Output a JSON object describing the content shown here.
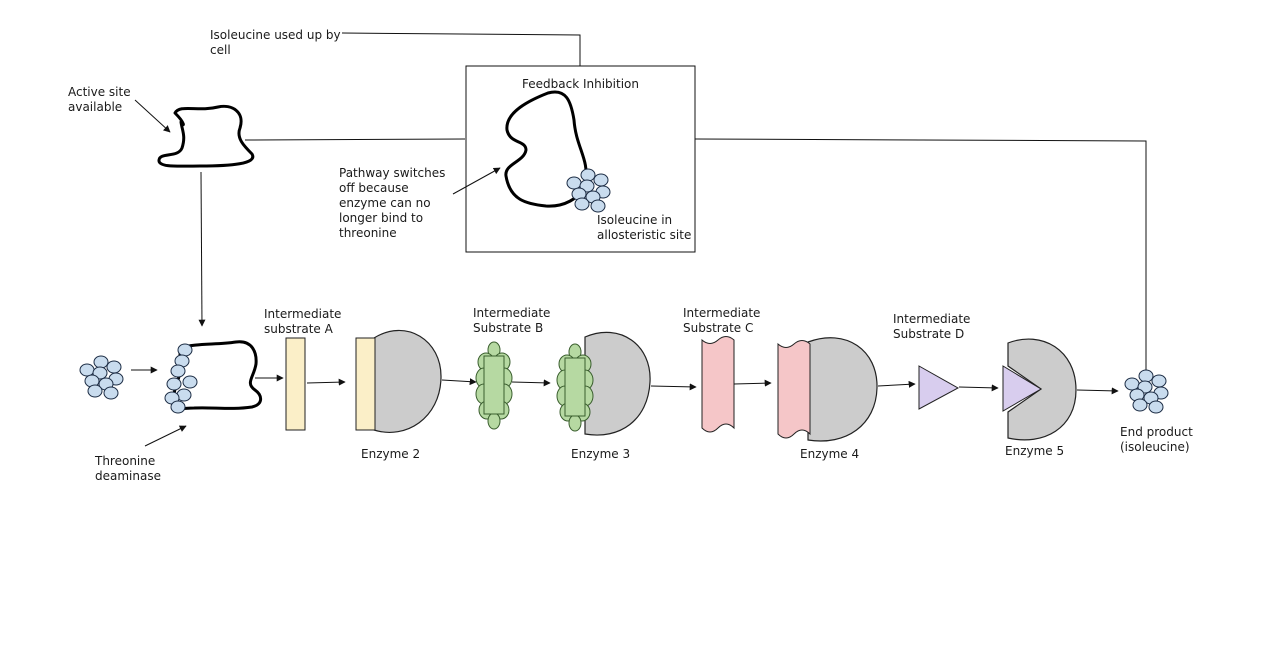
{
  "labels": {
    "isoleucine_used": [
      "Isoleucine used up by",
      "cell"
    ],
    "active_site": [
      "Active site",
      "available"
    ],
    "feedback_title": "Feedback Inhibition",
    "pathway_switch": [
      "Pathway switches",
      "off because",
      "enzyme can no",
      "longer bind to",
      "threonine"
    ],
    "isoleucine_site": [
      "Isoleucine in",
      "allosteristic site"
    ],
    "threonine": [
      "Threonine",
      "deaminase"
    ],
    "inter_a": [
      "Intermediate",
      "substrate A"
    ],
    "inter_b": [
      "Intermediate",
      "Substrate B"
    ],
    "inter_c": [
      "Intermediate",
      "Substrate C"
    ],
    "inter_d": [
      "Intermediate",
      "Substrate D"
    ],
    "enzyme2": "Enzyme 2",
    "enzyme3": "Enzyme 3",
    "enzyme4": "Enzyme 4",
    "enzyme5": "Enzyme 5",
    "end_product": [
      "End product",
      "(isoleucine)"
    ]
  },
  "colors": {
    "substrate_a": "#fbefc8",
    "substrate_b": "#b6d9a2",
    "substrate_c": "#f5c6c8",
    "substrate_d": "#d8cdee",
    "enzyme": "#cccccc",
    "molecule": "#c9dcee"
  }
}
